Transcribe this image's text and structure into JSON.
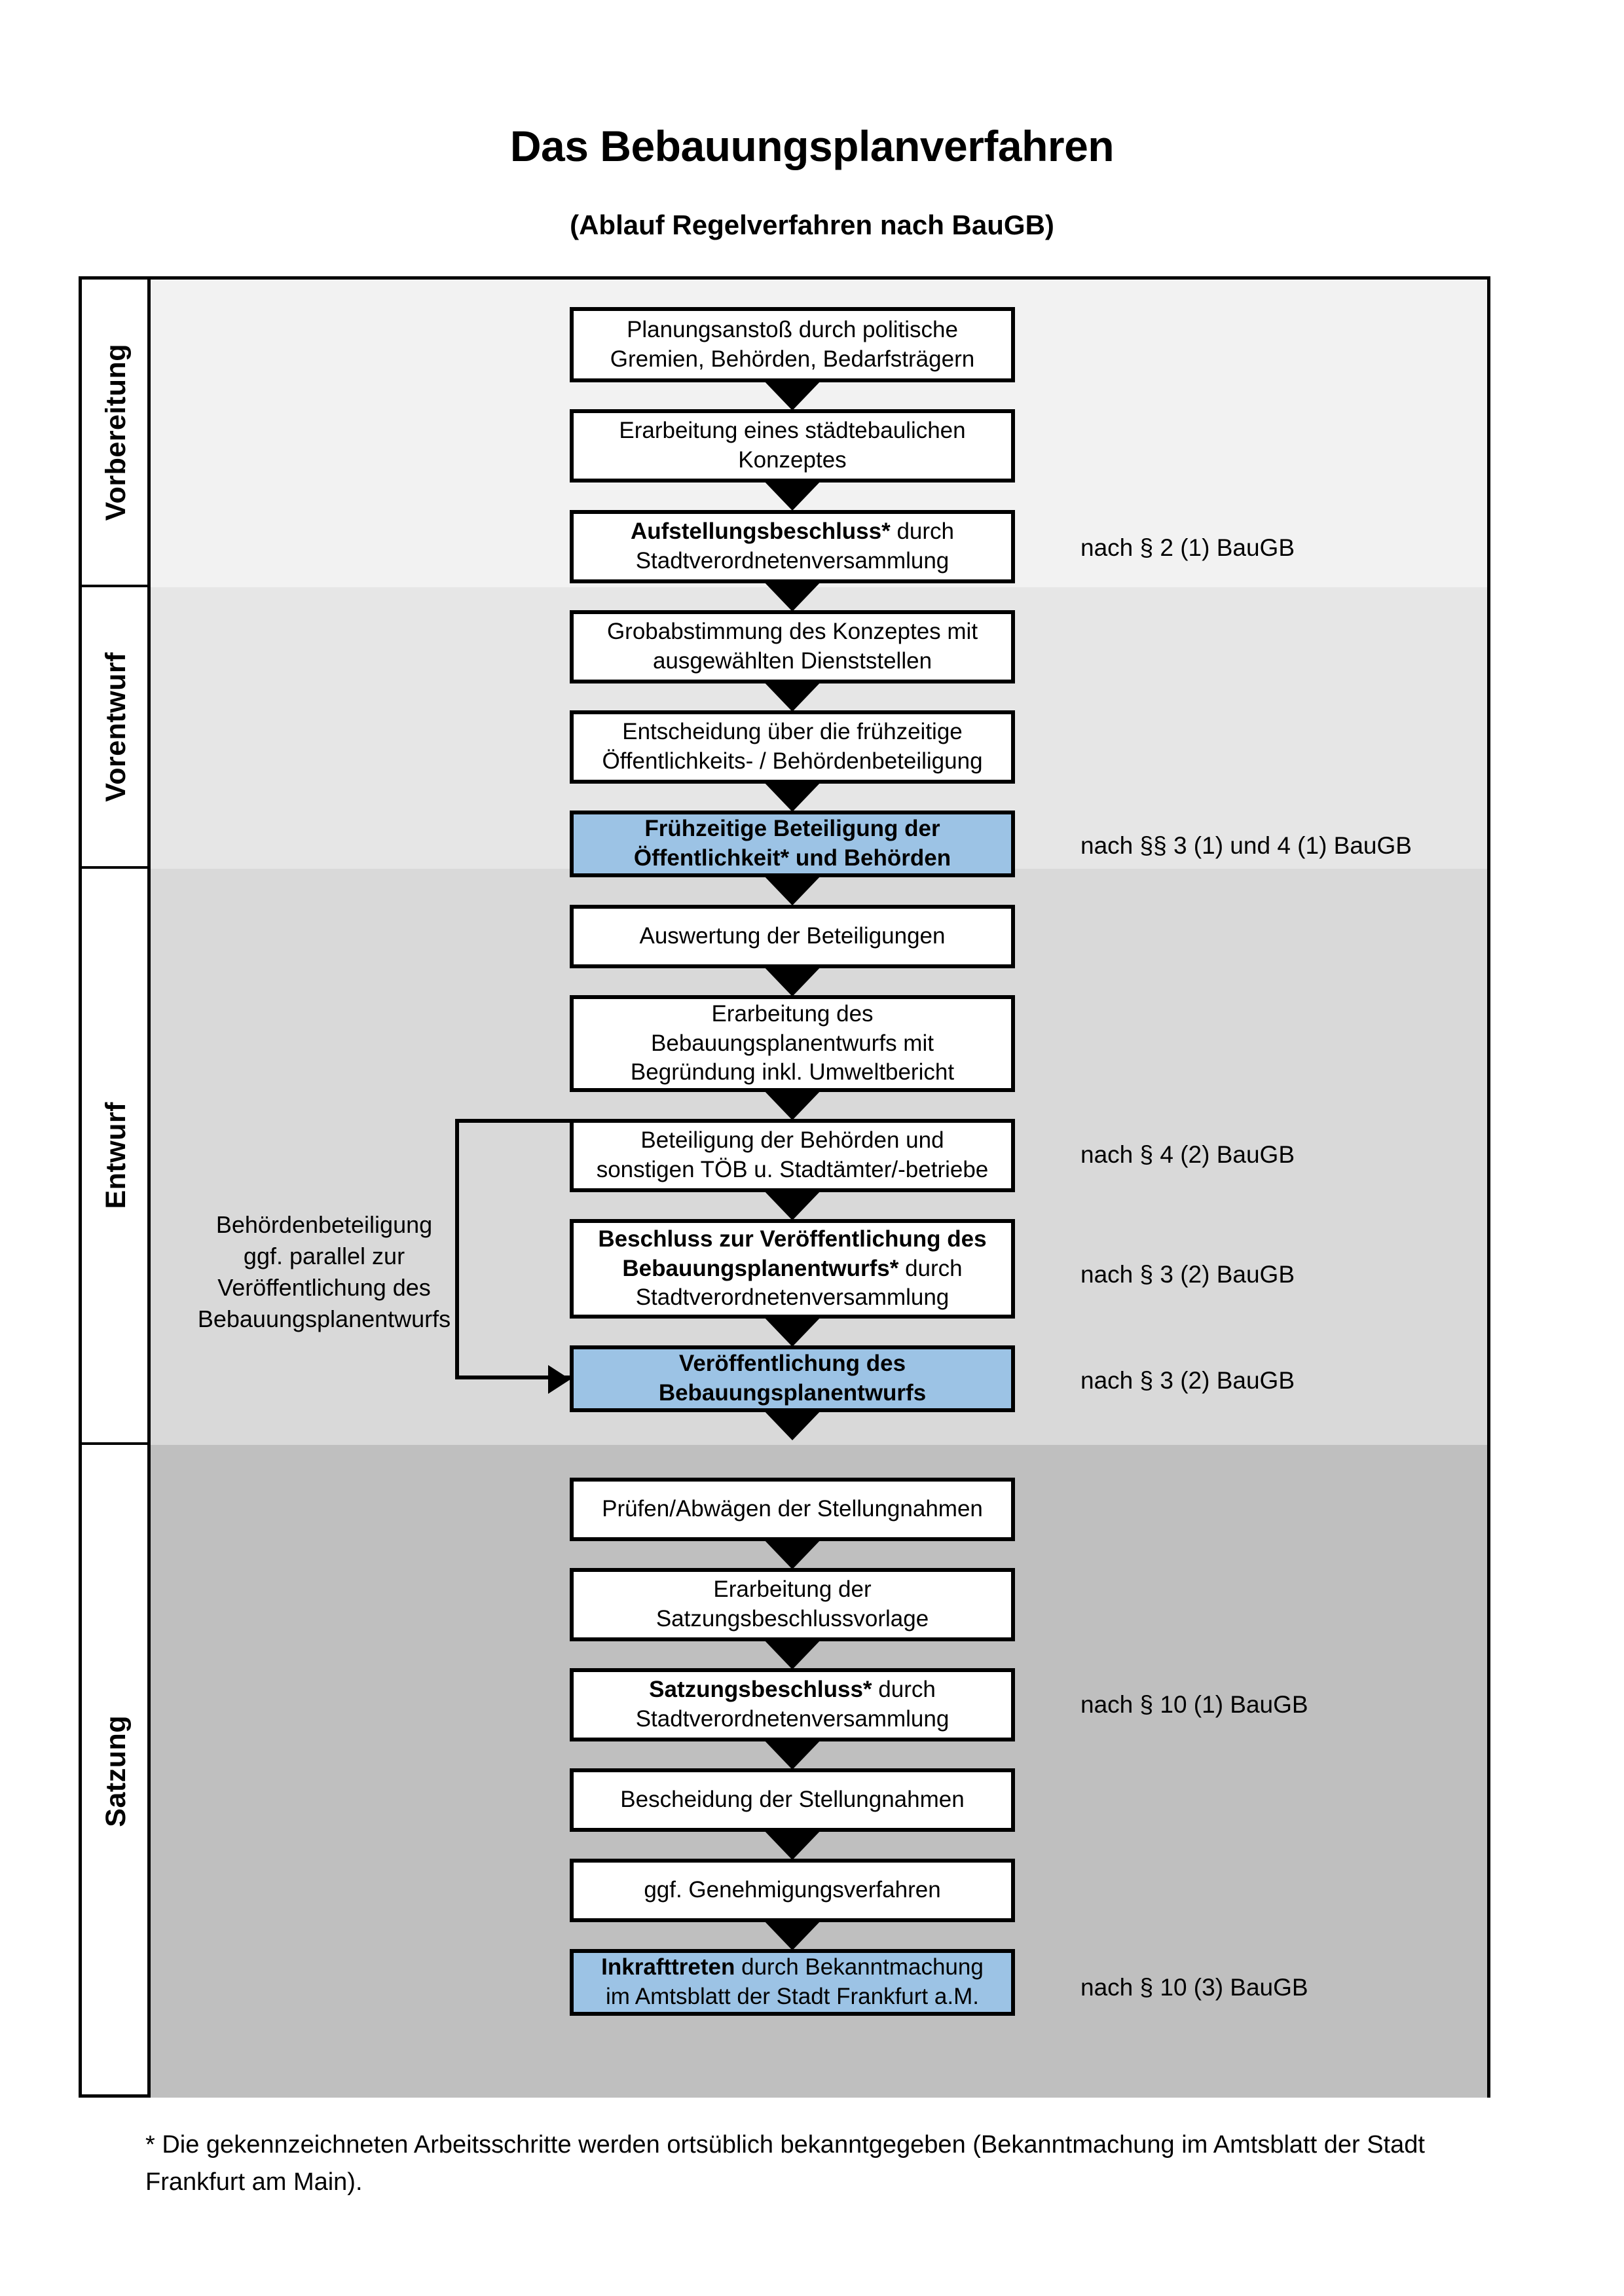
{
  "header": {
    "title": "Das Bebauungsplanverfahren",
    "subtitle": "(Ablauf Regelverfahren nach BauGB)"
  },
  "colors": {
    "highlight_blue": "#9CC3E5",
    "band_vorbereitung": "#F2F2F2",
    "band_vorentwurf": "#E6E6E6",
    "band_entwurf": "#D9D9D9",
    "band_satzung": "#BFBFBF",
    "outline": "#000000"
  },
  "phases": [
    {
      "id": "vorbereitung",
      "label": "Vorbereitung"
    },
    {
      "id": "vorentwurf",
      "label": "Vorentwurf"
    },
    {
      "id": "entwurf",
      "label": "Entwurf"
    },
    {
      "id": "satzung",
      "label": "Satzung"
    }
  ],
  "steps": [
    {
      "id": "planungsanstoss",
      "phase": "vorbereitung",
      "highlight": false,
      "lines": [
        "Planungsanstoß durch politische",
        "Gremien, Behörden, Bedarfsträgern"
      ],
      "bold_prefix": ""
    },
    {
      "id": "konzept",
      "phase": "vorbereitung",
      "highlight": false,
      "lines": [
        "Erarbeitung eines städtebaulichen",
        "Konzeptes"
      ],
      "bold_prefix": ""
    },
    {
      "id": "aufstellungsbeschluss",
      "phase": "vorbereitung",
      "highlight": false,
      "lines": [
        "Aufstellungsbeschluss* durch",
        "Stadtverordnetenversammlung"
      ],
      "bold_prefix": "Aufstellungsbeschluss*"
    },
    {
      "id": "grobabstimmung",
      "phase": "vorentwurf",
      "highlight": false,
      "lines": [
        "Grobabstimmung des Konzeptes mit",
        "ausgewählten Dienststellen"
      ],
      "bold_prefix": ""
    },
    {
      "id": "entscheidung",
      "phase": "vorentwurf",
      "highlight": false,
      "lines": [
        "Entscheidung über die frühzeitige",
        "Öffentlichkeits- / Behördenbeteiligung"
      ],
      "bold_prefix": ""
    },
    {
      "id": "fruehzeitige-beteiligung",
      "phase": "vorentwurf",
      "highlight": true,
      "lines": [
        "Frühzeitige Beteiligung der",
        "Öffentlichkeit* und Behörden"
      ],
      "bold_prefix": "ALL"
    },
    {
      "id": "auswertung",
      "phase": "entwurf",
      "highlight": false,
      "lines": [
        "Auswertung der Beteiligungen"
      ],
      "bold_prefix": ""
    },
    {
      "id": "erarbeitung-entwurf",
      "phase": "entwurf",
      "highlight": false,
      "lines": [
        "Erarbeitung des",
        "Bebauungsplanentwurfs mit",
        "Begründung inkl. Umweltbericht"
      ],
      "bold_prefix": ""
    },
    {
      "id": "beteiligung-behoerden",
      "phase": "entwurf",
      "highlight": false,
      "lines": [
        "Beteiligung der Behörden und",
        "sonstigen TÖB u. Stadtämter/-betriebe"
      ],
      "bold_prefix": ""
    },
    {
      "id": "beschluss-veroeffentlichung",
      "phase": "entwurf",
      "highlight": false,
      "lines": [
        "Beschluss zur Veröffentlichung des",
        "Bebauungsplanentwurfs* durch",
        "Stadtverordnetenversammlung"
      ],
      "bold_prefix": "Beschluss zur Veröffentlichung des Bebauungsplanentwurfs*"
    },
    {
      "id": "veroeffentlichung",
      "phase": "entwurf",
      "highlight": true,
      "lines": [
        "Veröffentlichung des",
        "Bebauungsplanentwurfs"
      ],
      "bold_prefix": "ALL"
    },
    {
      "id": "pruefen-abwaegen",
      "phase": "satzung",
      "highlight": false,
      "lines": [
        "Prüfen/Abwägen der Stellungnahmen"
      ],
      "bold_prefix": ""
    },
    {
      "id": "satzungsbeschlussvorlage",
      "phase": "satzung",
      "highlight": false,
      "lines": [
        "Erarbeitung der",
        "Satzungsbeschlussvorlage"
      ],
      "bold_prefix": ""
    },
    {
      "id": "satzungsbeschluss",
      "phase": "satzung",
      "highlight": false,
      "lines": [
        "Satzungsbeschluss* durch",
        "Stadtverordnetenversammlung"
      ],
      "bold_prefix": "Satzungsbeschluss*"
    },
    {
      "id": "bescheidung",
      "phase": "satzung",
      "highlight": false,
      "lines": [
        "Bescheidung der Stellungnahmen"
      ],
      "bold_prefix": ""
    },
    {
      "id": "genehmigungsverfahren",
      "phase": "satzung",
      "highlight": false,
      "lines": [
        "ggf. Genehmigungsverfahren"
      ],
      "bold_prefix": ""
    },
    {
      "id": "inkrafttreten",
      "phase": "satzung",
      "highlight": true,
      "lines": [
        "Inkrafttreten durch Bekanntmachung",
        "im Amtsblatt der Stadt Frankfurt a.M."
      ],
      "bold_prefix": "Inkrafttreten"
    }
  ],
  "legal_refs": [
    {
      "id": "ref-2-1",
      "text": "nach § 2 (1) BauGB",
      "for_step": "aufstellungsbeschluss"
    },
    {
      "id": "ref-3-1",
      "text": "nach §§ 3 (1) und 4 (1) BauGB",
      "for_step": "fruehzeitige-beteiligung"
    },
    {
      "id": "ref-4-2",
      "text": "nach § 4 (2) BauGB",
      "for_step": "beteiligung-behoerden"
    },
    {
      "id": "ref-3-2a",
      "text": "nach § 3 (2) BauGB",
      "for_step": "beschluss-veroeffentlichung"
    },
    {
      "id": "ref-3-2b",
      "text": "nach § 3 (2) BauGB",
      "for_step": "veroeffentlichung"
    },
    {
      "id": "ref-10-1",
      "text": "nach § 10 (1) BauGB",
      "for_step": "satzungsbeschluss"
    },
    {
      "id": "ref-10-3",
      "text": "nach § 10 (3) BauGB",
      "for_step": "inkrafttreten"
    }
  ],
  "side_note": {
    "id": "behoerdenbeteiligung-note",
    "lines": [
      "Behördenbeteiligung",
      "ggf. parallel zur",
      "Veröffentlichung des",
      "Bebauungsplanentwurfs"
    ]
  },
  "footnote": {
    "text": "* Die gekennzeichneten Arbeitsschritte werden ortsüblich bekanntgegeben (Bekanntmachung im Amtsblatt  der Stadt Frankfurt am Main)."
  }
}
